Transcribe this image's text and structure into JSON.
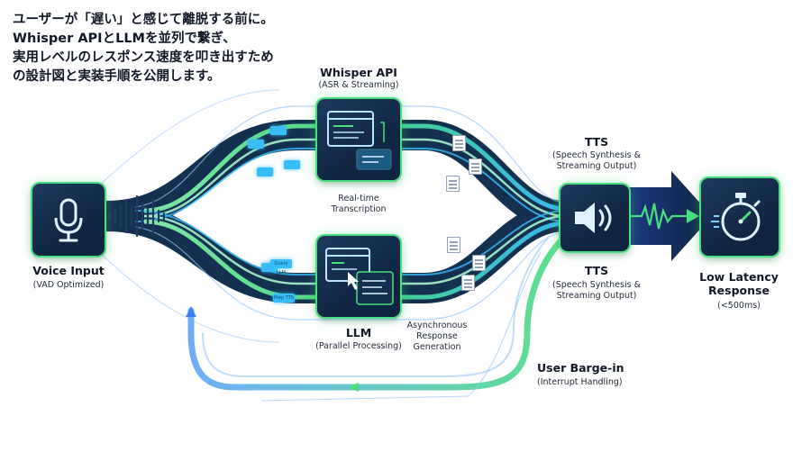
{
  "headline": {
    "line1": "ユーザーが「遅い」と感じて離脱する前に。",
    "line2": "Whisper APIとLLMを並列で繋ぎ、",
    "line3": "実用レベルのレスポンス速度を叩き出すため",
    "line4": "の設計図と実装手順を公開します。"
  },
  "nodes": {
    "voice": {
      "title": "Voice Input",
      "sub": "(VAD Optimized)",
      "icon": "microphone-icon"
    },
    "whisper": {
      "title": "Whisper API",
      "sub": "(ASR & Streaming)",
      "caption1": "Real-time",
      "caption2": "Transcription",
      "icon": "transcription-window-icon"
    },
    "llm": {
      "title": "LLM",
      "sub": "(Parallel Processing)",
      "caption1": "Asynchronous",
      "caption2": "Response",
      "caption3": "Generation",
      "icon": "code-window-icon"
    },
    "tts_top": {
      "title": "TTS",
      "sub1": "(Speech Synthesis &",
      "sub2": "Streaming Output)"
    },
    "tts_bottom": {
      "title": "TTS",
      "sub1": "(Speech Synthesis &",
      "sub2": "Streaming Output)",
      "icon": "speaker-icon"
    },
    "latency": {
      "title1": "Low Latency",
      "title2": "Response",
      "sub": "(<500ms)",
      "icon": "stopwatch-icon"
    },
    "barge": {
      "title": "User Barge-in",
      "sub": "(Interrupt Handling)"
    }
  },
  "chips": {
    "c1": "Query LLM",
    "c2": "Prep TTS"
  },
  "colors": {
    "navy": "#0f2541",
    "green": "#4ade80",
    "blue": "#38bdf8",
    "deep_blue": "#1d4ed8"
  }
}
